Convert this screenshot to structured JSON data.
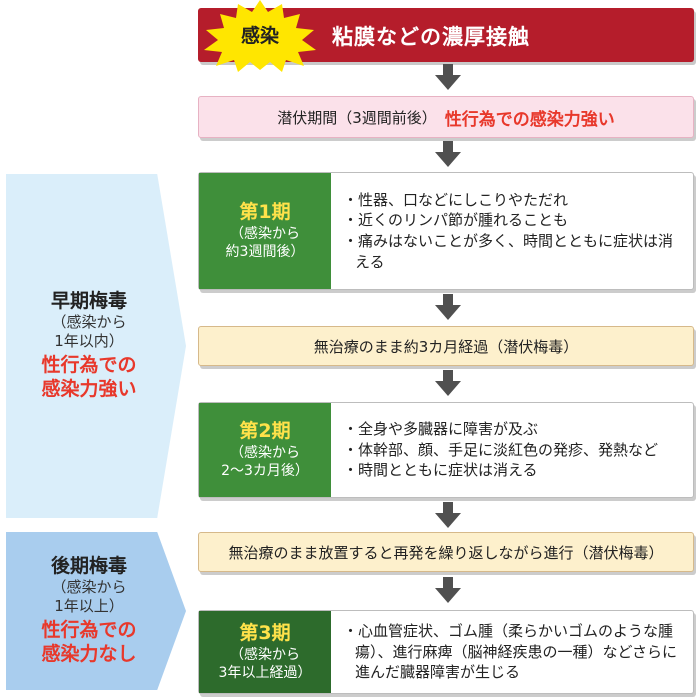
{
  "banner": {
    "burst_label": "感染",
    "title": "粘膜などの濃厚接触",
    "colors": {
      "background": "#b51d2b",
      "burst": "#ffe600",
      "title": "#ffffff"
    }
  },
  "incubation": {
    "text": "潜伏期間（3週間前後）",
    "highlight": "性行為での感染力強い"
  },
  "stage1": {
    "name": "第1期",
    "sub1": "（感染から",
    "sub2": "約3週間後）",
    "items": [
      "・性器、口などにしこりやただれ",
      "・近くのリンパ節が腫れることも",
      "・痛みはないことが多く、時間とともに症状は消える"
    ]
  },
  "latent1": {
    "text": "無治療のまま約3カ月経過（潜伏梅毒）"
  },
  "stage2": {
    "name": "第2期",
    "sub1": "（感染から",
    "sub2": "2～3カ月後）",
    "items": [
      "・全身や多臓器に障害が及ぶ",
      "・体幹部、顔、手足に淡紅色の発疹、発熱など",
      "・時間とともに症状は消える"
    ]
  },
  "latent2": {
    "text": "無治療のまま放置すると再発を繰り返しながら進行（潜伏梅毒）"
  },
  "stage3": {
    "name": "第3期",
    "sub1": "（感染から",
    "sub2": "3年以上経過）",
    "items": [
      "・心血管症状、ゴム腫（柔らかいゴムのような腫瘍）、進行麻痺（脳神経疾患の一種）などさらに進んだ臓器障害が生じる"
    ]
  },
  "early_phase": {
    "title": "早期梅毒",
    "sub1": "（感染から",
    "sub2": "1年以内）",
    "note1": "性行為での",
    "note2": "感染力強い"
  },
  "late_phase": {
    "title": "後期梅毒",
    "sub1": "（感染から",
    "sub2": "1年以上）",
    "note1": "性行為での",
    "note2": "感染力なし"
  },
  "colors": {
    "arrow": "#505050",
    "stage_label": "#3f8f3a",
    "stage_name": "#ffe24a",
    "highlight": "#e8382b",
    "latent_bar": "#fdf0cc",
    "incubation_bar": "#fbe1ea",
    "early_phase": "#daeefa",
    "late_phase": "#a9cdee"
  }
}
